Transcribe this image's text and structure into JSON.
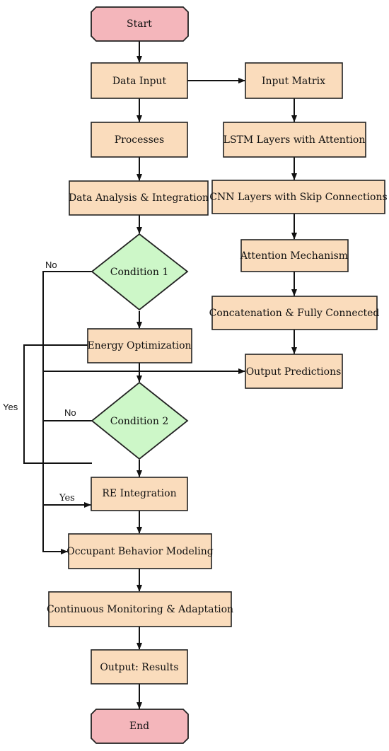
{
  "nodes": {
    "start": "Start",
    "data_input": "Data Input",
    "processes": "Processes",
    "data_analysis": "Data Analysis & Integration",
    "condition1": "Condition 1",
    "energy_opt": "Energy Optimization",
    "condition2": "Condition 2",
    "re_integration": "RE Integration",
    "occupant": "Occupant Behavior Modeling",
    "monitoring": "Continuous Monitoring & Adaptation",
    "output_results": "Output: Results",
    "end": "End",
    "input_matrix": "Input Matrix",
    "lstm": "LSTM Layers with Attention",
    "cnn": "CNN Layers with Skip Connections",
    "attention": "Attention Mechanism",
    "concat": "Concatenation & Fully Connected",
    "output_predictions": "Output Predictions"
  },
  "edge_labels": {
    "no1": "No",
    "no2": "No",
    "yes_left": "Yes",
    "yes_re": "Yes"
  },
  "colors": {
    "process_fill": "#fadcbc",
    "terminal_fill": "#f4b6bb",
    "decision_fill": "#cdf7c8"
  }
}
